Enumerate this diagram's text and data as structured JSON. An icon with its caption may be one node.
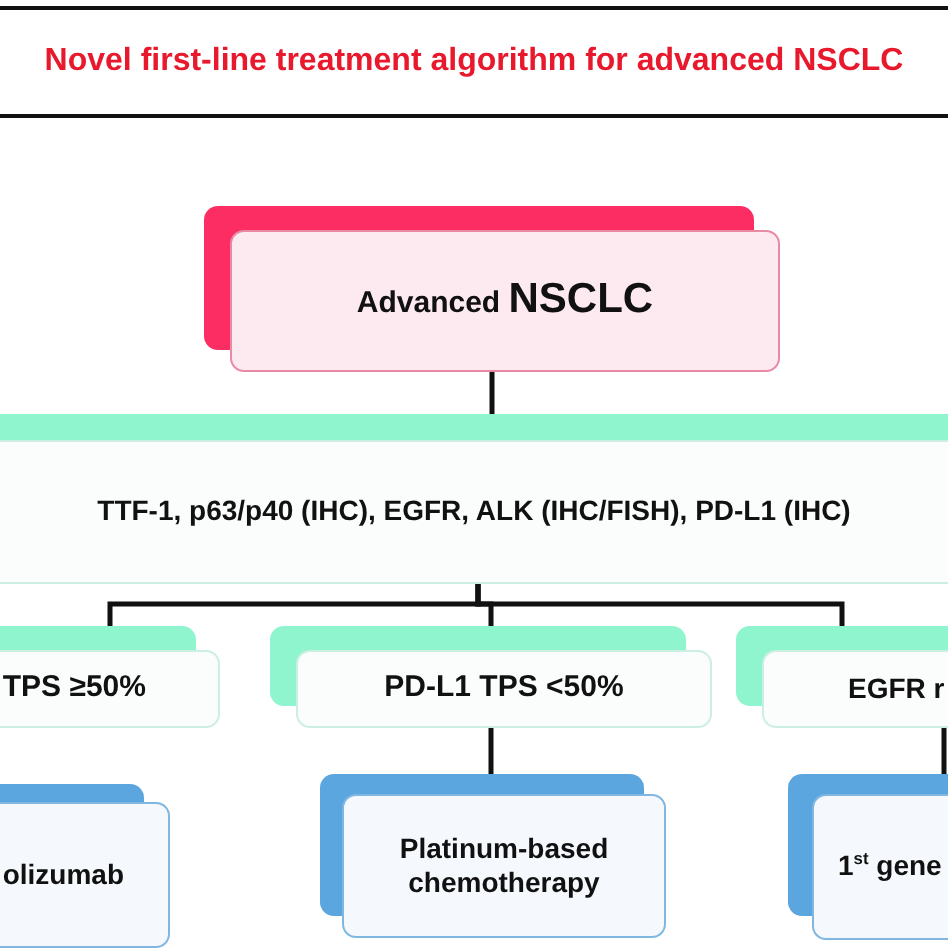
{
  "diagram": {
    "title": "Novel first-line treatment algorithm for advanced NSCLC",
    "nodes": [
      {
        "text": [
          "Advanced **NSCLC**"
        ]
      },
      {
        "text": [
          "TTF-1, p63/p40 (IHC), EGFR, ALK (IHC/FISH), PD-L1 (IHC)"
        ]
      },
      {
        "text": [
          "TPS ≥50%"
        ]
      },
      {
        "text": [
          "PD-L1 TPS <50%"
        ]
      },
      {
        "text": [
          "EGFR r"
        ]
      },
      {
        "text": [
          "olizumab"
        ]
      },
      {
        "text": [
          "Platinum-based chemotherapy"
        ]
      },
      {
        "text": [
          "1$^{st}$ gene"
        ]
      }
    ],
    "edges": [
      {
        "from": 0,
        "to": 1,
        "arrow": "none"
      },
      {
        "from": 1,
        "to": 2,
        "arrow": "none"
      },
      {
        "from": 1,
        "to": 3,
        "arrow": "none"
      },
      {
        "from": 1,
        "to": 4,
        "arrow": "none"
      },
      {
        "from": 3,
        "to": 6,
        "arrow": "none"
      },
      {
        "from": 4,
        "to": 7,
        "arrow": "none"
      }
    ]
  }
}
